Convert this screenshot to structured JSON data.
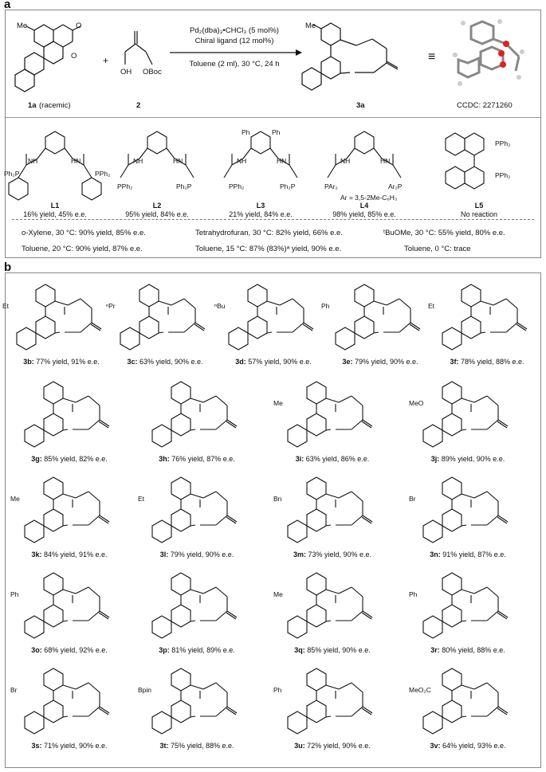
{
  "panel_a": {
    "letter": "a",
    "reactant1_label": "1a",
    "reactant1_note": "(racemic)",
    "reactant2_label": "2",
    "reagent2_oh": "OH",
    "reagent2_oboc": "OBoc",
    "plus": "+",
    "cond_line1": "Pd₂(dba)₃•CHCl₃ (5 mol%)",
    "cond_line2": "Chiral ligand (12 mol%)",
    "cond_line3": "Toluene (2 ml), 30 °C, 24 h",
    "product_label": "3a",
    "equiv_symbol": "≡",
    "ccdc": "CCDC: 2271260",
    "me": "Me",
    "ligands": [
      {
        "id": "L1",
        "result": "16% yield, 45% e.e.",
        "groups": [
          "Ph₂P",
          "NH",
          "HN",
          "PPh₂"
        ]
      },
      {
        "id": "L2",
        "result": "95% yield, 84% e.e.",
        "groups": [
          "NH",
          "HN",
          "PPh₂",
          "Ph₂P"
        ]
      },
      {
        "id": "L3",
        "result": "21% yield, 84% e.e.",
        "groups": [
          "Ph",
          "Ph",
          "NH",
          "HN",
          "PPh₂",
          "Ph₂P"
        ]
      },
      {
        "id": "L4",
        "result": "98% yield, 85% e.e.",
        "groups": [
          "NH",
          "HN",
          "PAr₂",
          "Ar₂P",
          "Ar = 3,5-2Me-C₆H₃"
        ]
      },
      {
        "id": "L5",
        "result": "No reaction",
        "groups": [
          "PPh₂",
          "PPh₂"
        ]
      }
    ],
    "conditions": [
      "o-Xylene, 30 °C: 90% yield, 85% e.e.",
      "Tetrahydrofuran, 30 °C: 82% yield, 66% e.e.",
      "ᵗBuOMe, 30 °C: 55% yield, 80% e.e.",
      "Toluene, 20 °C: 90% yield, 87% e.e.",
      "Toluene, 15 °C: 87% (83%)ᵃ yield, 90% e.e.",
      "Toluene, 0 °C: trace"
    ]
  },
  "panel_b": {
    "letter": "b",
    "products": [
      {
        "id": "3b:",
        "result": "77% yield, 91% e.e.",
        "sub": "Et"
      },
      {
        "id": "3c:",
        "result": "63% yield, 90% e.e.",
        "sub": "ⁿPr"
      },
      {
        "id": "3d:",
        "result": "57% yield, 90% e.e.",
        "sub": "ⁿBu"
      },
      {
        "id": "3e:",
        "result": "79% yield, 90% e.e.",
        "sub": "Ph"
      },
      {
        "id": "3f:",
        "result": "78% yield, 88% e.e.",
        "sub": "Et"
      },
      {
        "id": "3g:",
        "result": "85% yield, 82% e.e.",
        "sub": ""
      },
      {
        "id": "3h:",
        "result": "76% yield, 87% e.e.",
        "sub": ""
      },
      {
        "id": "3i:",
        "result": "63% yield, 86% e.e.",
        "sub": "Me"
      },
      {
        "id": "3j:",
        "result": "89% yield, 90% e.e.",
        "sub": "MeO"
      },
      {
        "id": "3k:",
        "result": "84% yield, 91% e.e.",
        "sub": "Me"
      },
      {
        "id": "3l:",
        "result": "79% yield, 90% e.e.",
        "sub": "Et"
      },
      {
        "id": "3m:",
        "result": "73% yield, 90% e.e.",
        "sub": "Bn"
      },
      {
        "id": "3n:",
        "result": "91% yield, 87% e.e.",
        "sub": "Br"
      },
      {
        "id": "3o:",
        "result": "68% yield, 92% e.e.",
        "sub": "Ph"
      },
      {
        "id": "3p:",
        "result": "81% yield, 89% e.e.",
        "sub": ""
      },
      {
        "id": "3q:",
        "result": "85% yield, 90% e.e.",
        "sub": "Me"
      },
      {
        "id": "3r:",
        "result": "80% yield, 88% e.e.",
        "sub": "Ph"
      },
      {
        "id": "3s:",
        "result": "71% yield, 90% e.e.",
        "sub": "Br"
      },
      {
        "id": "3t:",
        "result": "75% yield, 88% e.e.",
        "sub": "Bpin"
      },
      {
        "id": "3u:",
        "result": "72% yield, 90% e.e.",
        "sub": "Ph"
      },
      {
        "id": "3v:",
        "result": "64% yield, 93% e.e.",
        "sub": "MeO₂C"
      }
    ]
  }
}
